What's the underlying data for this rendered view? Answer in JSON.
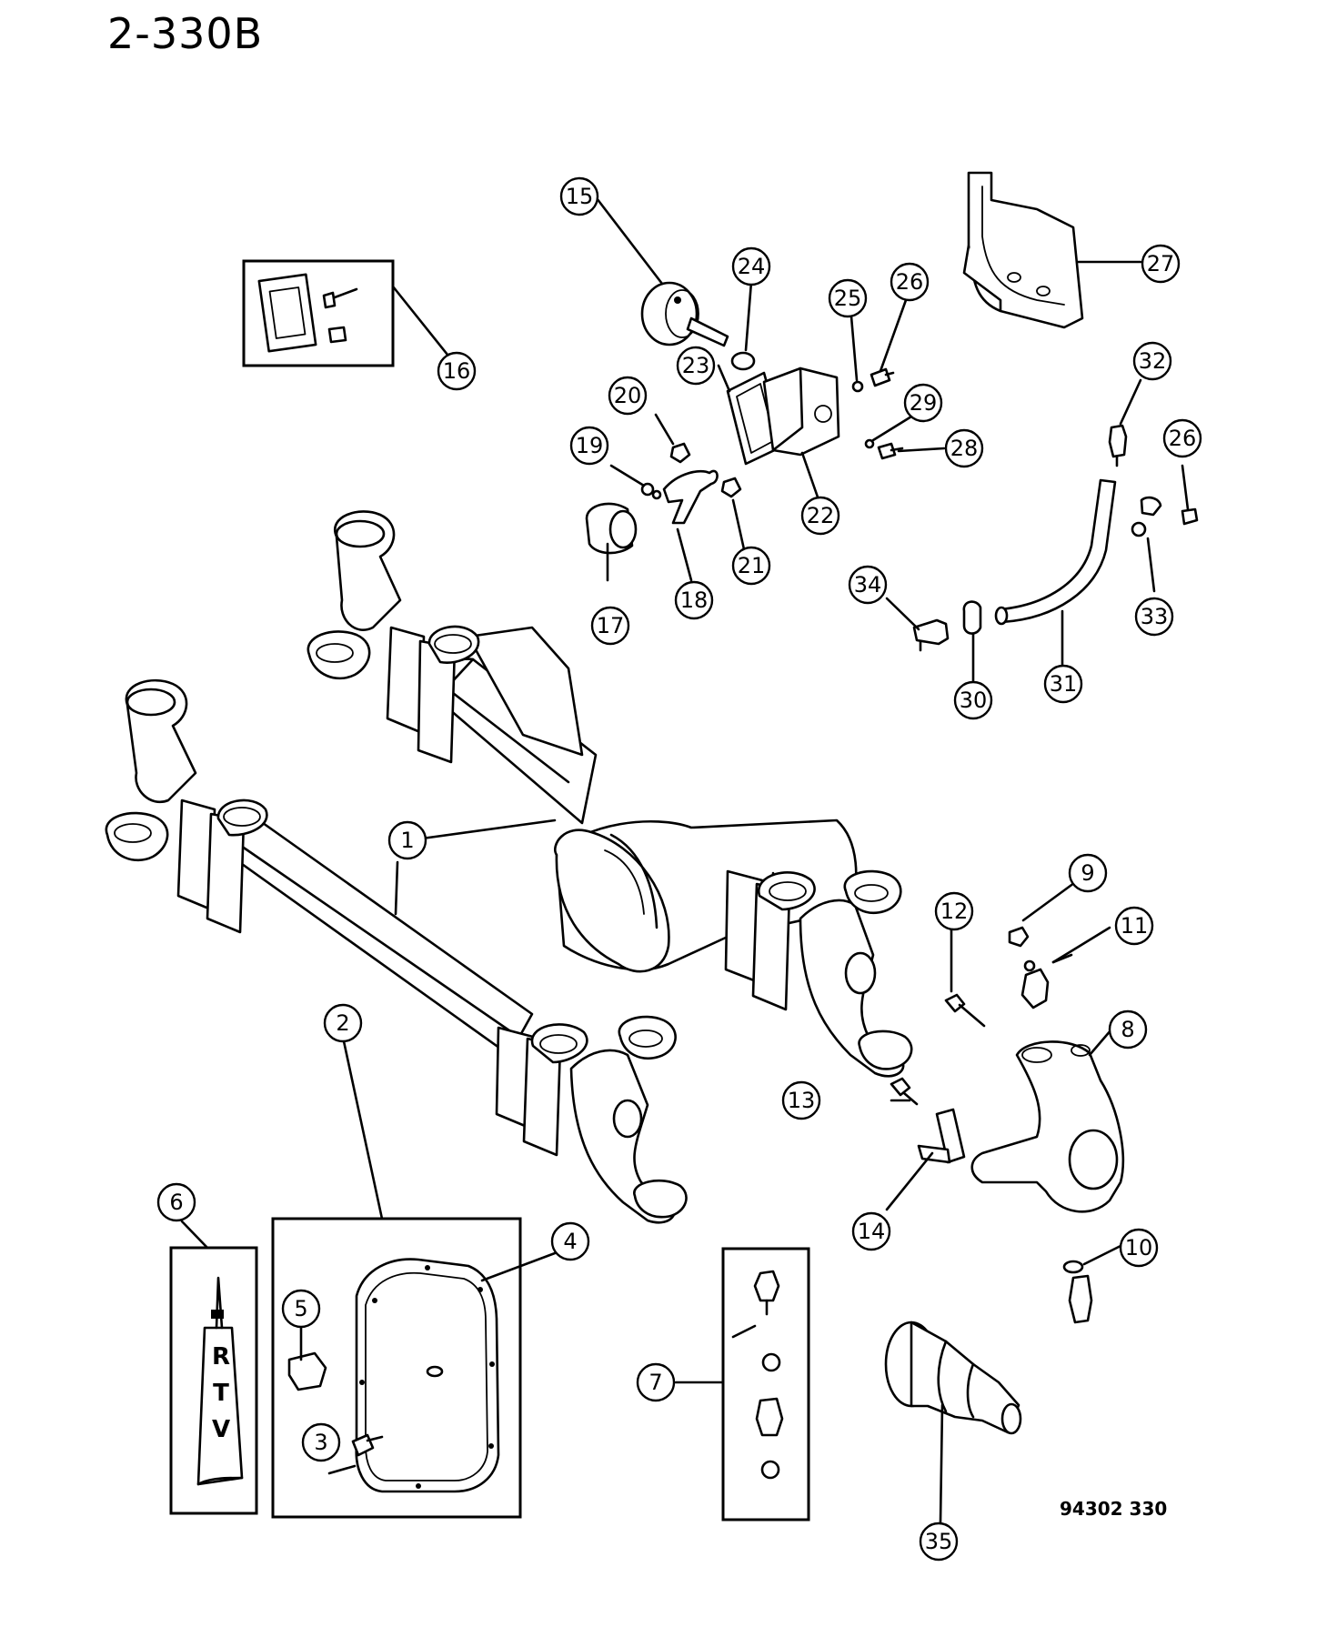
{
  "header": {
    "page_code": "2-330B"
  },
  "footer": {
    "ref_code": "94302 330"
  },
  "rtv_label": [
    "R",
    "T",
    "V"
  ],
  "callouts": [
    {
      "id": "1",
      "label": "1"
    },
    {
      "id": "2",
      "label": "2"
    },
    {
      "id": "3",
      "label": "3"
    },
    {
      "id": "4",
      "label": "4"
    },
    {
      "id": "5",
      "label": "5"
    },
    {
      "id": "6",
      "label": "6"
    },
    {
      "id": "7",
      "label": "7"
    },
    {
      "id": "8",
      "label": "8"
    },
    {
      "id": "9",
      "label": "9"
    },
    {
      "id": "10",
      "label": "10"
    },
    {
      "id": "11",
      "label": "11"
    },
    {
      "id": "12",
      "label": "12"
    },
    {
      "id": "13",
      "label": "13"
    },
    {
      "id": "14",
      "label": "14"
    },
    {
      "id": "15",
      "label": "15"
    },
    {
      "id": "16",
      "label": "16"
    },
    {
      "id": "17",
      "label": "17"
    },
    {
      "id": "18",
      "label": "18"
    },
    {
      "id": "19",
      "label": "19"
    },
    {
      "id": "20",
      "label": "20"
    },
    {
      "id": "21",
      "label": "21"
    },
    {
      "id": "22",
      "label": "22"
    },
    {
      "id": "23",
      "label": "23"
    },
    {
      "id": "24",
      "label": "24"
    },
    {
      "id": "25",
      "label": "25"
    },
    {
      "id": "26a",
      "label": "26"
    },
    {
      "id": "26b",
      "label": "26"
    },
    {
      "id": "27",
      "label": "27"
    },
    {
      "id": "28",
      "label": "28"
    },
    {
      "id": "29",
      "label": "29"
    },
    {
      "id": "30",
      "label": "30"
    },
    {
      "id": "31",
      "label": "31"
    },
    {
      "id": "32",
      "label": "32"
    },
    {
      "id": "33",
      "label": "33"
    },
    {
      "id": "34",
      "label": "34"
    },
    {
      "id": "35",
      "label": "35"
    }
  ]
}
